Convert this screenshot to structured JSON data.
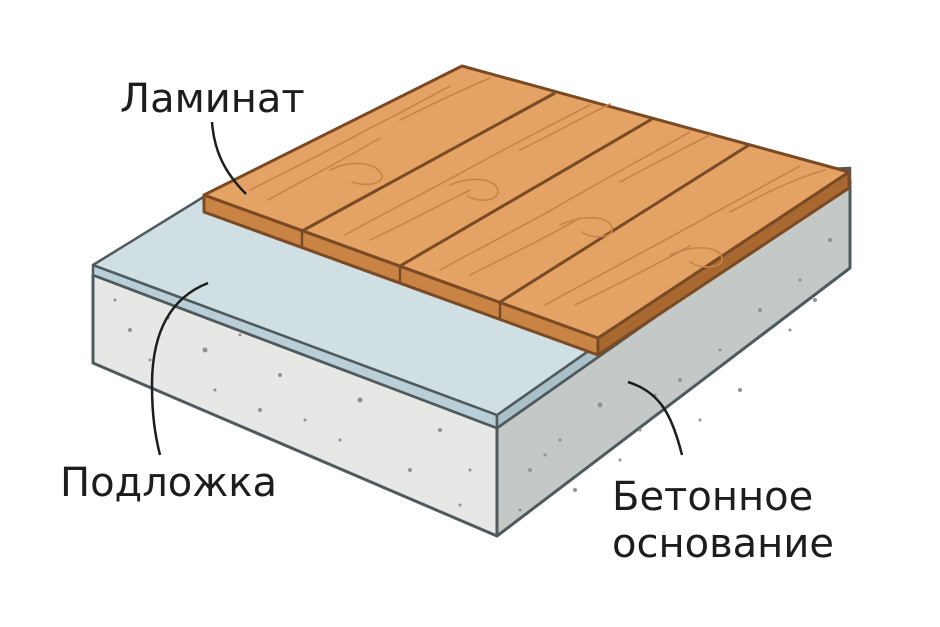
{
  "labels": {
    "laminate": "Ламинат",
    "underlay": "Подложка",
    "base_line1": "Бетонное",
    "base_line2": "основание"
  },
  "colors": {
    "wood_top": "#e4a364",
    "wood_edge": "#b87436",
    "wood_outline": "#7a4a24",
    "grain": "#c9834a",
    "underlay_top": "#cfdfe4",
    "underlay_edge": "#b9ced6",
    "concrete_front": "#e7e8e5",
    "concrete_side": "#c4c8c6",
    "outline": "#4f5a5c",
    "leader": "#1d1d1d",
    "text": "#1d1d1d"
  }
}
